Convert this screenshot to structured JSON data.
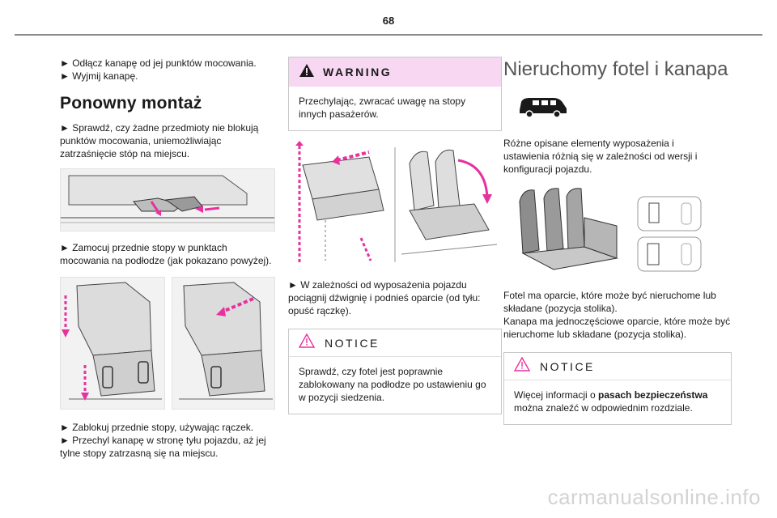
{
  "page_number": "68",
  "col1": {
    "intro_lines": [
      "► Odłącz kanapę od jej punktów mocowania.",
      "► Wyjmij kanapę."
    ],
    "heading": "Ponowny montaż",
    "step1": "► Sprawdź, czy żadne przedmioty nie blokują punktów mocowania, uniemożliwiając zatrzaśnięcie stóp na miejscu.",
    "step2": "► Zamocuj przednie stopy w punktach mocowania na podłodze (jak pokazano powyżej).",
    "step3": "► Zablokuj przednie stopy, używając rączek.",
    "step4": "► Przechyl kanapę w stronę tyłu pojazdu, aż jej tylne stopy zatrzasną się na miejscu."
  },
  "col2": {
    "warning_title": "WARNING",
    "warning_text": "Przechylając, zwracać uwagę na stopy innych pasażerów.",
    "step_text": "► W zależności od wyposażenia pojazdu pociągnij dźwignię i podnieś oparcie (od tyłu: opuść rączkę).",
    "notice_title": "NOTICE",
    "notice_text": "Sprawdź, czy fotel jest poprawnie zablokowany na podłodze po ustawieniu go w pozycji siedzenia."
  },
  "col3": {
    "title": "Nieruchomy fotel i kanapa",
    "intro": "Różne opisane elementy wyposażenia i ustawienia różnią się w zależności od wersji i konfiguracji pojazdu.",
    "desc1": "Fotel ma oparcie, które może być nieruchome lub składane (pozycja stolika).",
    "desc2": "Kanapa ma jednoczęściowe oparcie, które może być nieruchome lub składane (pozycja stolika).",
    "notice_title": "NOTICE",
    "notice_prefix": "Więcej informacji o ",
    "notice_bold": "pasach bezpieczeństwa",
    "notice_suffix": " można znaleźć w odpowiednim rozdziale."
  },
  "watermark": "carmanualsonline.info",
  "colors": {
    "warning_bg": "#f7d7f1",
    "accent_arrow": "#e8319e",
    "rule": "#8a8a8a"
  },
  "icons": [
    "warning-triangle-icon",
    "notice-triangle-icon",
    "van-icon"
  ]
}
